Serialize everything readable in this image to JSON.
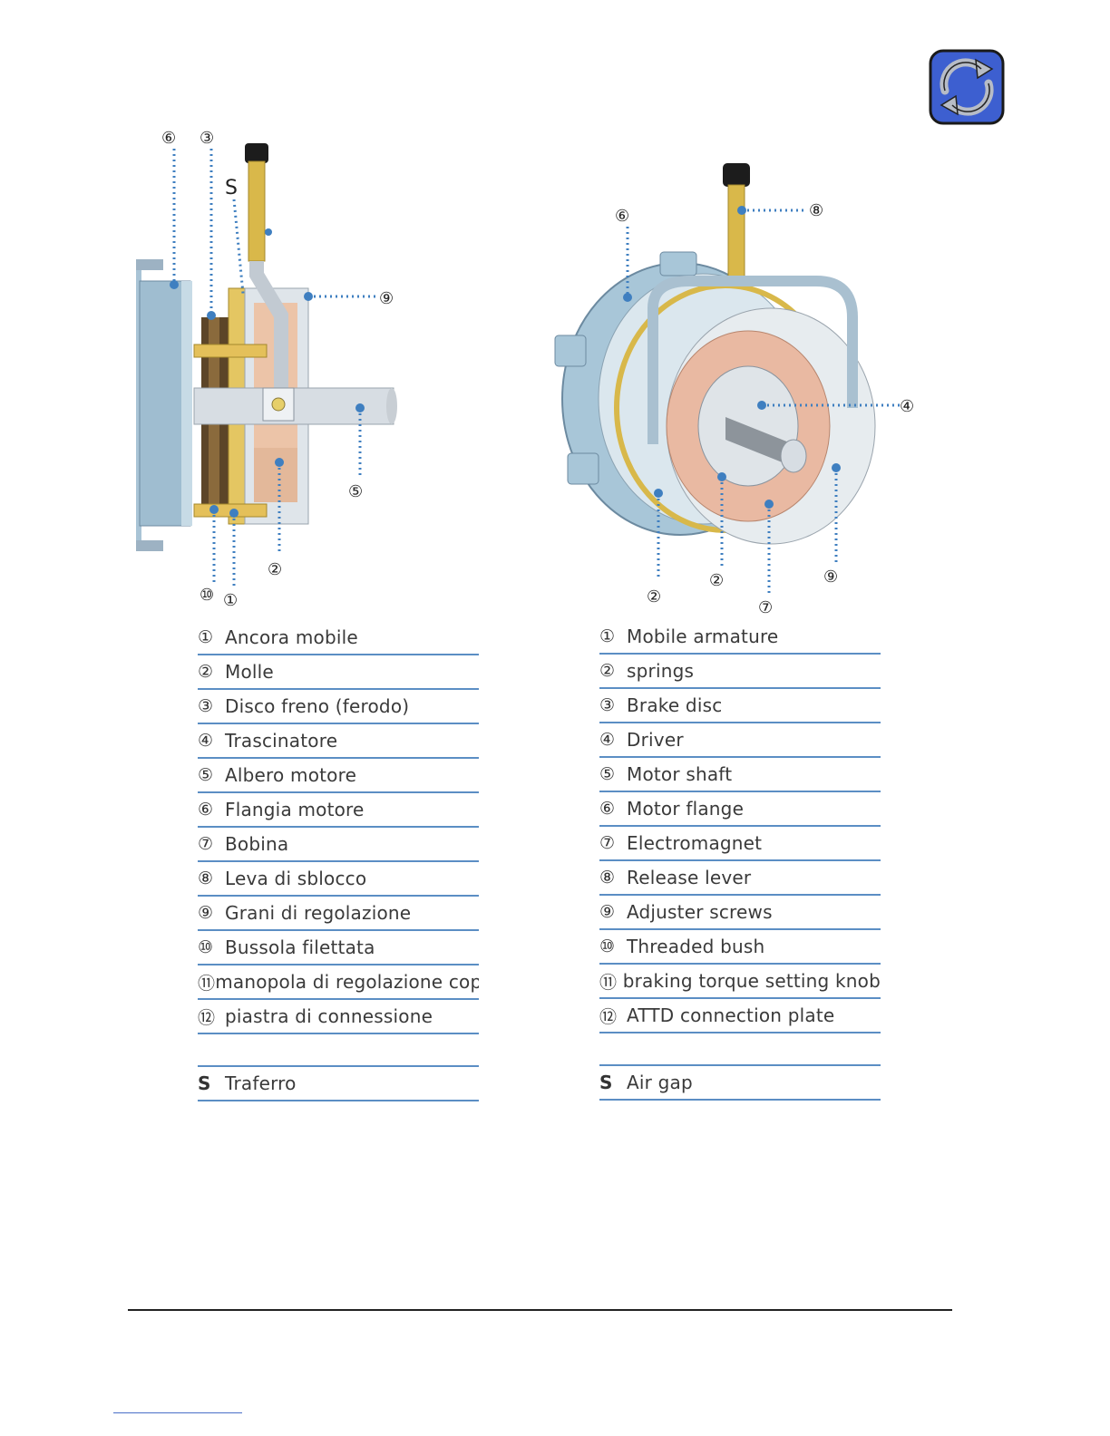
{
  "callouts_left": [
    "⑥",
    "③",
    "S",
    "⑨",
    "⑤",
    "②",
    "⑩",
    "①"
  ],
  "callouts_right": [
    "⑥",
    "⑧",
    "④",
    "②",
    "②",
    "⑦",
    "⑨"
  ],
  "legend_italian": [
    {
      "num": "①",
      "text": "Ancora mobile"
    },
    {
      "num": "②",
      "text": "Molle"
    },
    {
      "num": "③",
      "text": "Disco freno (ferodo)"
    },
    {
      "num": "④",
      "text": "Trascinatore"
    },
    {
      "num": "⑤",
      "text": "Albero motore"
    },
    {
      "num": "⑥",
      "text": "Flangia motore"
    },
    {
      "num": "⑦",
      "text": "Bobina"
    },
    {
      "num": "⑧",
      "text": "Leva di sblocco"
    },
    {
      "num": "⑨",
      "text": "Grani di regolazione"
    },
    {
      "num": "⑩",
      "text": "Bussola filettata"
    },
    {
      "num": "⑪",
      "text": "manopola di regolazione coppia"
    },
    {
      "num": "⑫",
      "text": "piastra di connessione"
    }
  ],
  "legend_italian_s": {
    "num": "S",
    "text": "Traferro"
  },
  "legend_english": [
    {
      "num": "①",
      "text": "Mobile armature"
    },
    {
      "num": "②",
      "text": "springs"
    },
    {
      "num": "③",
      "text": "Brake disc"
    },
    {
      "num": "④",
      "text": "Driver"
    },
    {
      "num": "⑤",
      "text": "Motor shaft"
    },
    {
      "num": "⑥",
      "text": "Motor flange"
    },
    {
      "num": "⑦",
      "text": "Electromagnet"
    },
    {
      "num": "⑧",
      "text": "Release lever"
    },
    {
      "num": "⑨",
      "text": "Adjuster screws"
    },
    {
      "num": "⑩",
      "text": "Threaded bush"
    },
    {
      "num": "⑪",
      "text": "braking torque setting knob"
    },
    {
      "num": "⑫",
      "text": "ATTD connection plate"
    }
  ],
  "legend_english_s": {
    "num": "S",
    "text": "Air gap"
  },
  "colors": {
    "accent_blue": "#5b8ec4",
    "callout_dot": "#3f7fc0",
    "logo_blue": "#3d5fd0",
    "brass": "#d8b84a",
    "copper": "#e6b49c"
  },
  "icons": {
    "logo": "rotation-arrows-icon"
  }
}
